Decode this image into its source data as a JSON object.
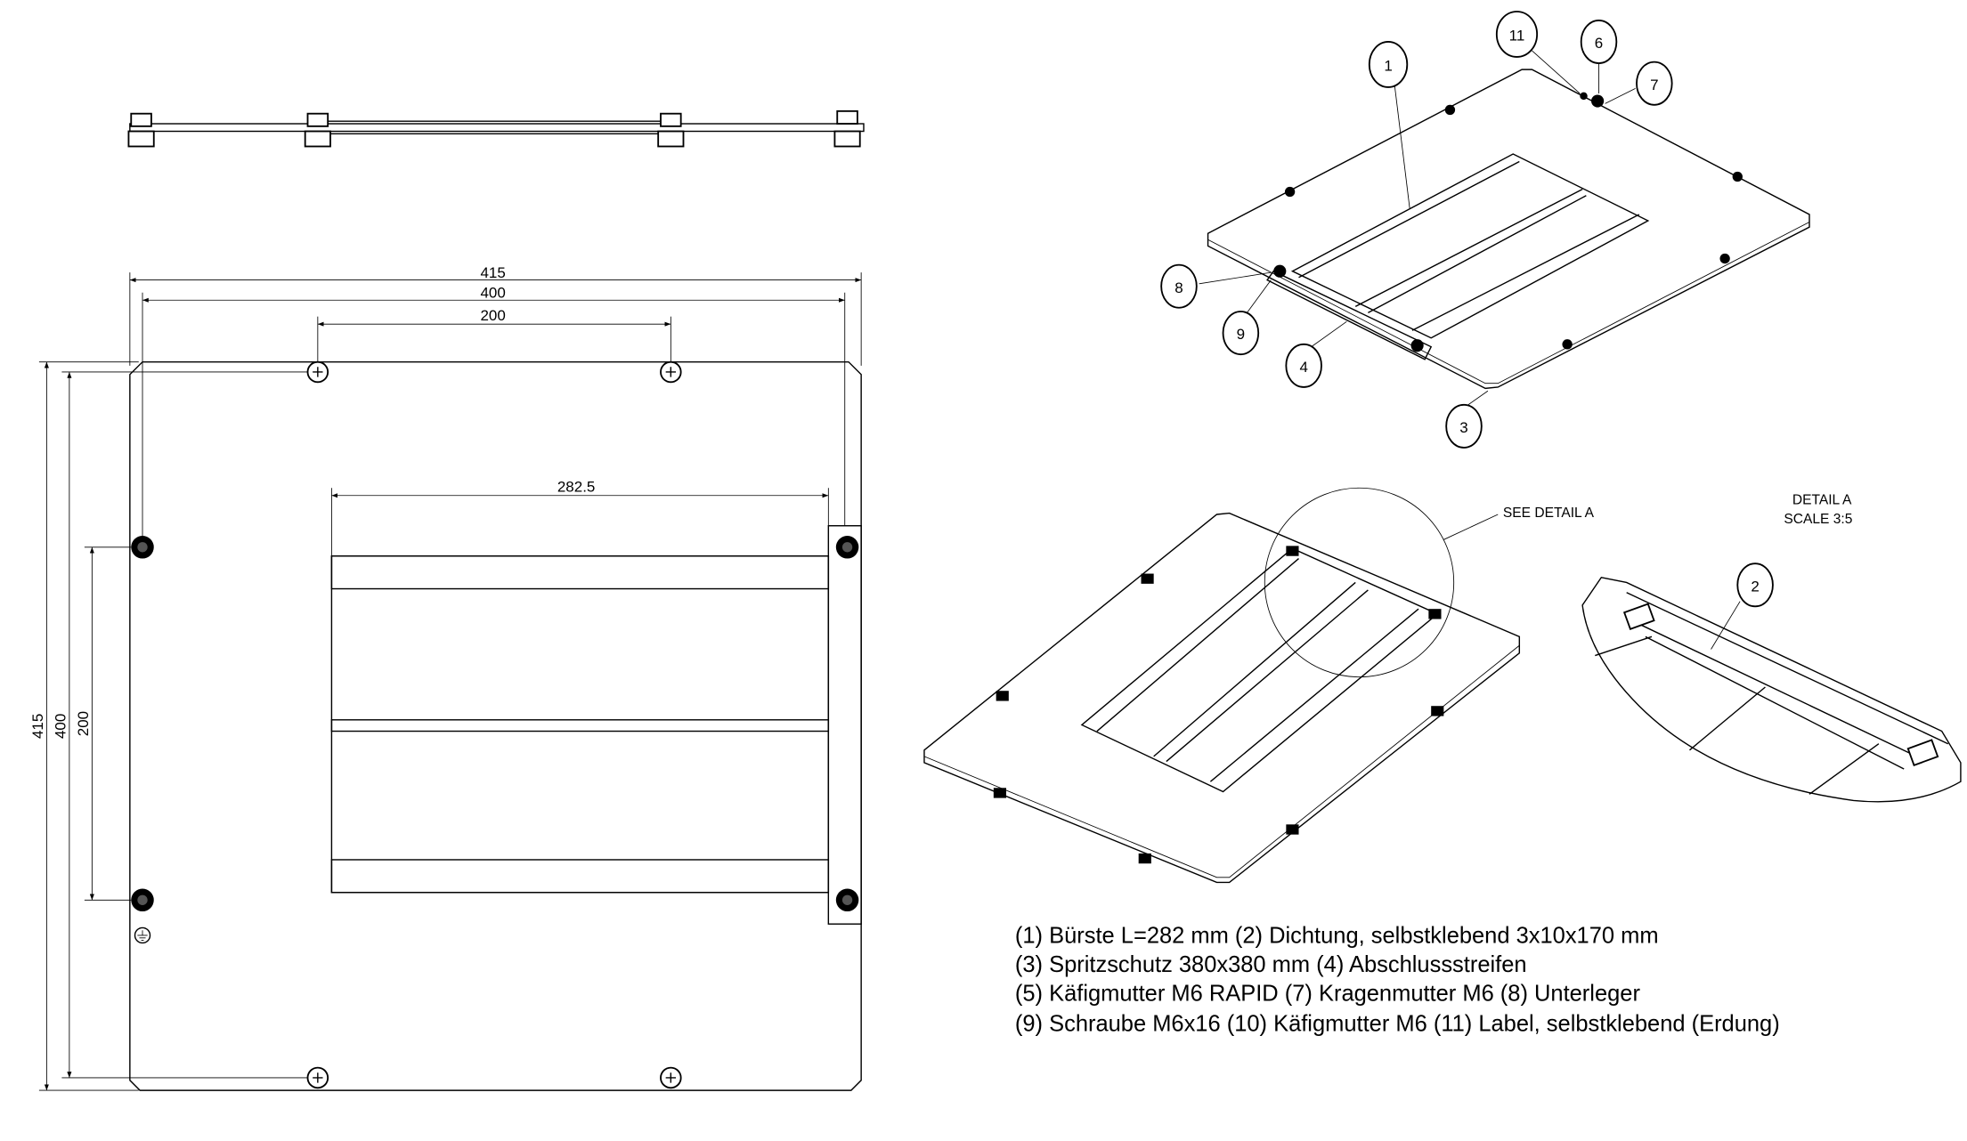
{
  "dimensions": {
    "width_415": "415",
    "width_400": "400",
    "width_200": "200",
    "brush_width": "282.5",
    "height_415": "415",
    "height_400": "400",
    "height_200": "200"
  },
  "balloons": [
    "1",
    "2",
    "3",
    "4",
    "6",
    "7",
    "8",
    "9",
    "11"
  ],
  "detail": {
    "callout": "SEE DETAIL  A",
    "title": "DETAIL  A",
    "scale": "SCALE  3:5"
  },
  "legend": [
    "(1) Bürste L=282 mm (2) Dichtung, selbstklebend 3x10x170 mm",
    "(3) Spritzschutz 380x380 mm  (4) Abschlussstreifen",
    "(5) Käfigmutter M6 RAPID  (7) Kragenmutter M6 (8) Unterleger",
    "(9) Schraube M6x16  (10) Käfigmutter M6  (11) Label, selbstklebend (Erdung)"
  ]
}
